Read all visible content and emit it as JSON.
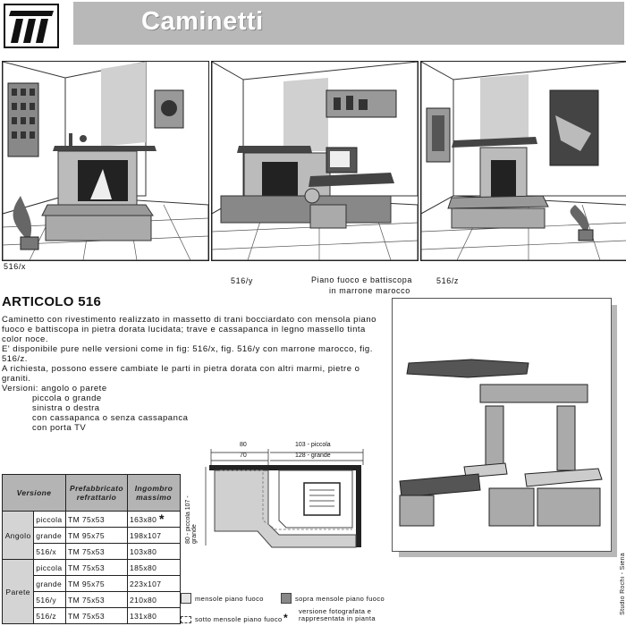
{
  "header": {
    "title": "Caminetti"
  },
  "panels": [
    {
      "caption": "516/x"
    },
    {
      "caption": "516/y",
      "note_line1": "Piano fuoco e battiscopa",
      "note_line2": "in marrone marocco"
    },
    {
      "caption": "516/z"
    }
  ],
  "article": {
    "title": "ARTICOLO 516",
    "desc": [
      "Caminetto con rivestimento realizzato in massetto di trani bocciardato con mensola piano fuoco e battiscopa in pietra dorata lucidata; trave e cassapanca in legno massello tinta color noce.",
      "E' disponibile pure nelle versioni come in fig: 516/x, fig. 516/y con marrone marocco, fig. 516/z.",
      "A richiesta, possono essere cambiate le parti in pietra dorata con altri marmi, pietre o graniti.",
      "Versioni: angolo o parete"
    ],
    "versions": [
      "piccola o grande",
      "sinistra o destra",
      "con cassapanca o senza cassapanca",
      "con porta TV"
    ]
  },
  "table": {
    "headers": [
      "Versione",
      "Prefabbricato refrattario",
      "Ingombro massimo"
    ],
    "groups": [
      {
        "name": "Angolo",
        "rows": [
          {
            "version": "piccola",
            "pref": "TM 75x53",
            "ingombro": "163x80",
            "star": true
          },
          {
            "version": "grande",
            "pref": "TM 95x75",
            "ingombro": "198x107"
          },
          {
            "version": "516/x",
            "pref": "TM 75x53",
            "ingombro": "103x80"
          }
        ]
      },
      {
        "name": "Parete",
        "rows": [
          {
            "version": "piccola",
            "pref": "TM 75x53",
            "ingombro": "185x80"
          },
          {
            "version": "grande",
            "pref": "TM 95x75",
            "ingombro": "223x107"
          },
          {
            "version": "516/y",
            "pref": "TM 75x53",
            "ingombro": "210x80"
          },
          {
            "version": "516/z",
            "pref": "TM 75x53",
            "ingombro": "131x80"
          }
        ]
      }
    ]
  },
  "plan": {
    "dim_top_left": "80",
    "dim_top_right": "103 - piccola",
    "dim_mid_left": "70",
    "dim_mid_right": "128 - grande",
    "dim_side": "80 - piccola 107 - grande"
  },
  "legend": {
    "mensole": "mensole piano fuoco",
    "sopra": "sopra mensole piano fuoco",
    "sotto": "sotto mensole piano fuoco",
    "star": "*",
    "versione": "versione fotografata e rappresentata in pianta"
  },
  "credit": "Studio Rochi - Siena"
}
